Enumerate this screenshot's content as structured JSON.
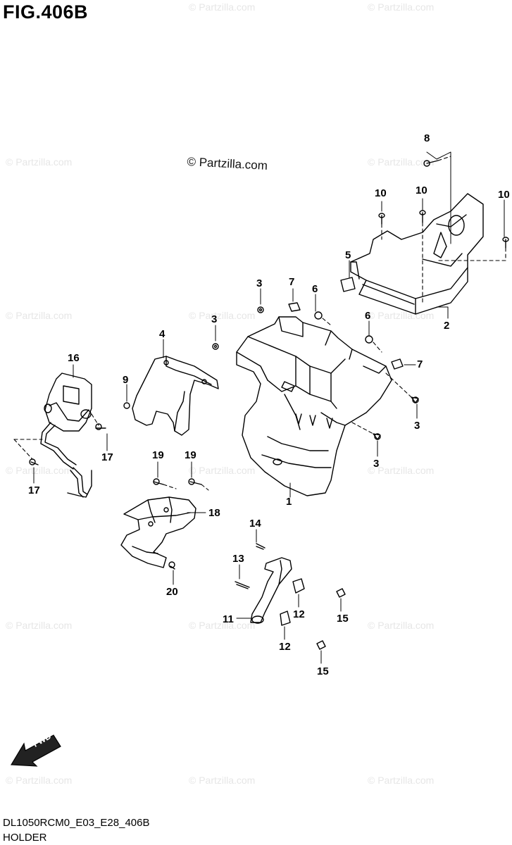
{
  "figure": {
    "title": "FIG.406B",
    "copyright": "© Partzilla.com",
    "watermark": "© Partzilla.com",
    "footer_code": "DL1050RCM0_E03_E28_406B",
    "footer_name": "HOLDER",
    "fwd_label": "FWD"
  },
  "callouts": {
    "c1": "1",
    "c2": "2",
    "c3a": "3",
    "c3b": "3",
    "c3c": "3",
    "c3d": "3",
    "c4": "4",
    "c5": "5",
    "c6a": "6",
    "c6b": "6",
    "c7a": "7",
    "c7b": "7",
    "c8": "8",
    "c9": "9",
    "c10a": "10",
    "c10b": "10",
    "c10c": "10",
    "c11": "11",
    "c12a": "12",
    "c12b": "12",
    "c13": "13",
    "c14": "14",
    "c15a": "15",
    "c15b": "15",
    "c16": "16",
    "c17a": "17",
    "c17b": "17",
    "c18": "18",
    "c19a": "19",
    "c19b": "19",
    "c20": "20"
  }
}
